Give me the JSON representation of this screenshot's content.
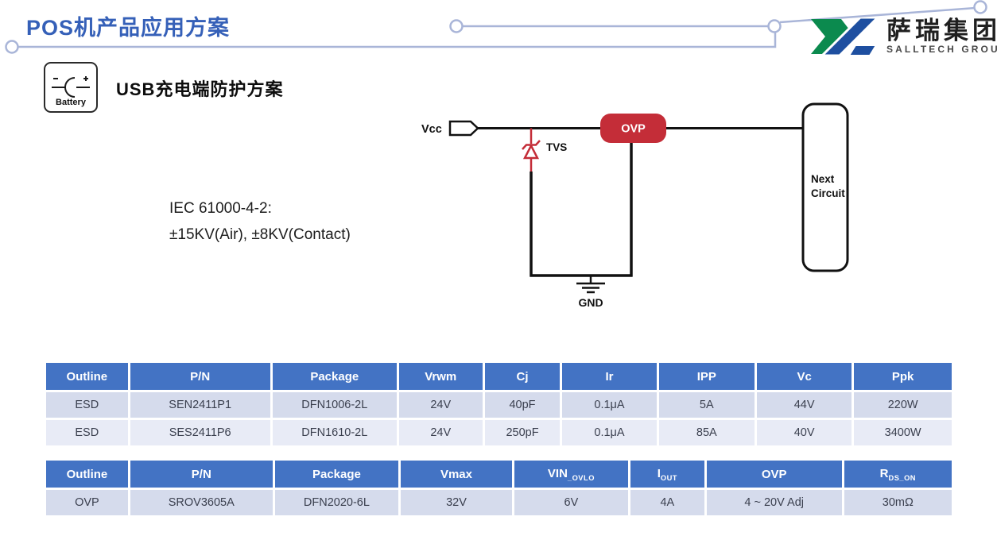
{
  "page": {
    "title": "POS机产品应用方案"
  },
  "logo": {
    "cn": "萨瑞集团",
    "en": "SALLTECH GROUP"
  },
  "section": {
    "icon_label": "Battery",
    "heading": "USB充电端防护方案"
  },
  "standard": {
    "line1": "IEC 61000-4-2:",
    "line2": "±15KV(Air), ±8KV(Contact)"
  },
  "circuit": {
    "vcc_label": "Vcc",
    "tvs_label": "TVS",
    "ovp_label": "OVP",
    "next_circuit_line1": "Next",
    "next_circuit_line2": "Circuit",
    "gnd_label": "GND"
  },
  "colors": {
    "title_blue": "#3560B8",
    "table_header_blue": "#4373C4",
    "row_lavender": "#D5DBEC",
    "row_light": "#E8EBF6",
    "circuit_red": "#C42D38",
    "decor_line": "#A9B5D8",
    "logo_green": "#0B8A4E",
    "logo_blue": "#1E4FA0"
  },
  "tables": [
    {
      "name": "esd-spec-table",
      "columns": [
        {
          "label": "Outline"
        },
        {
          "label": "P/N"
        },
        {
          "label": "Package"
        },
        {
          "label": "Vrwm"
        },
        {
          "label": "Cj"
        },
        {
          "label": "Ir"
        },
        {
          "label": "IPP"
        },
        {
          "label": "Vc"
        },
        {
          "label": "Ppk"
        }
      ],
      "col_widths_pct": [
        9.2,
        15.8,
        14.0,
        9.4,
        8.5,
        10.6,
        10.8,
        10.7,
        11.0
      ],
      "rows": [
        [
          "ESD",
          "SEN2411P1",
          "DFN1006-2L",
          "24V",
          "40pF",
          "0.1μA",
          "5A",
          "44V",
          "220W"
        ],
        [
          "ESD",
          "SES2411P6",
          "DFN1610-2L",
          "24V",
          "250pF",
          "0.1μA",
          "85A",
          "40V",
          "3400W"
        ]
      ]
    },
    {
      "name": "ovp-spec-table",
      "columns": [
        {
          "label": "Outline"
        },
        {
          "label": "P/N"
        },
        {
          "label": "Package"
        },
        {
          "label": "Vmax"
        },
        {
          "label": "VIN",
          "sub": "_OVLO"
        },
        {
          "label": "I",
          "sub": "OUT"
        },
        {
          "label": "OVP"
        },
        {
          "label": "R",
          "sub": "DS_ON"
        }
      ],
      "col_widths_pct": [
        9.2,
        16.0,
        13.9,
        12.5,
        12.8,
        8.3,
        15.2,
        12.1
      ],
      "rows": [
        [
          "OVP",
          "SROV3605A",
          "DFN2020-6L",
          "32V",
          "6V",
          "4A",
          "4 ~ 20V Adj",
          "30mΩ"
        ]
      ]
    }
  ]
}
